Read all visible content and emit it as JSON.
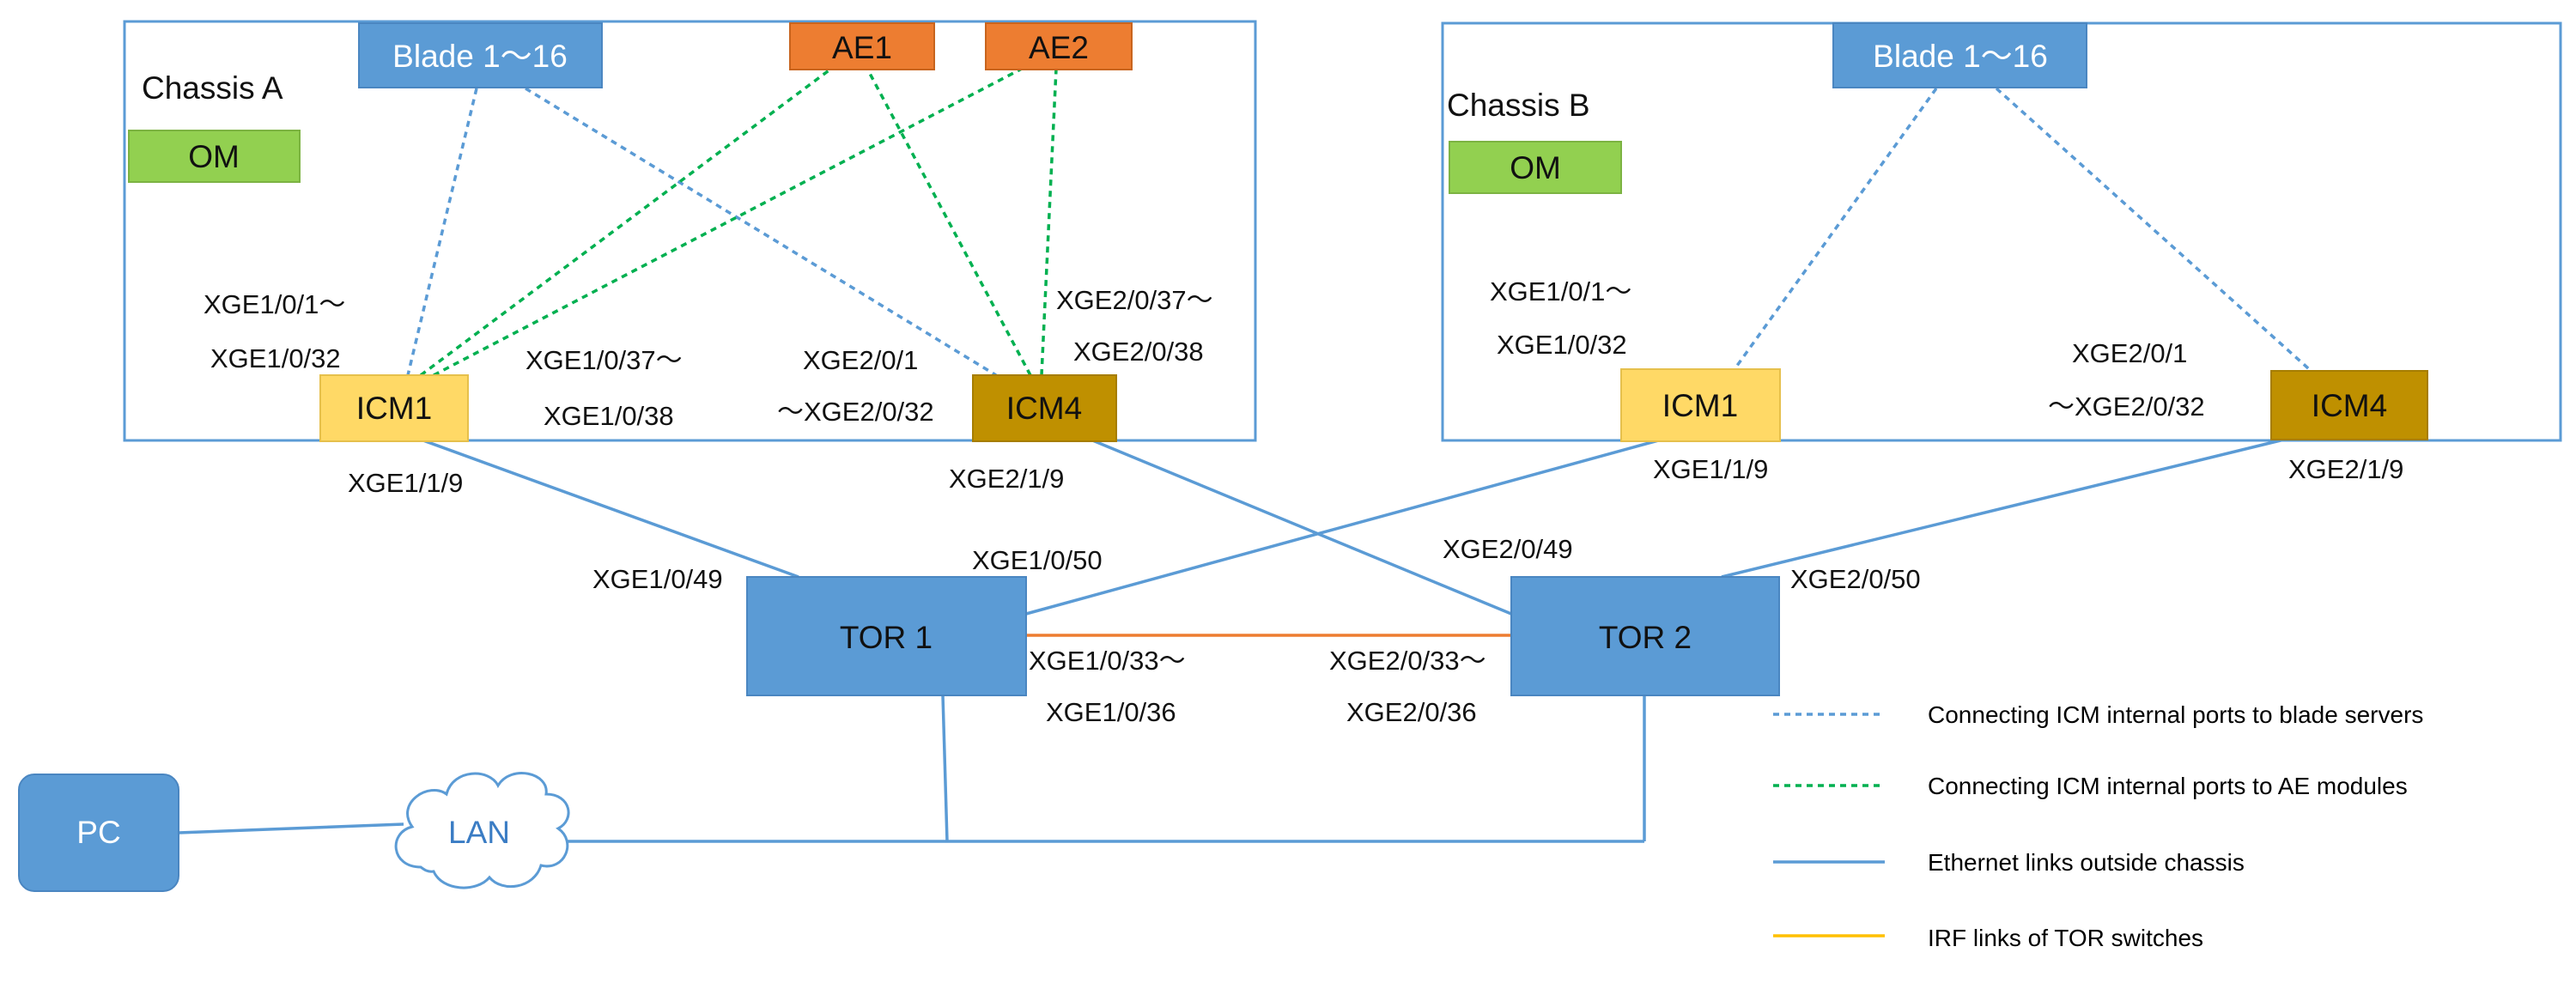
{
  "colors": {
    "blue_box": "#5b9bd5",
    "chassis_border": "#5b9bd5",
    "ae_box": "#ed7d31",
    "om_box": "#92d050",
    "icm_light": "#ffd966",
    "icm_dark": "#bf9000",
    "blade_line": "#5b9bd5",
    "ae_line": "#00b050",
    "ethernet_line": "#5b9bd5",
    "irf_line": "#ed7d31",
    "irf_legend_line": "#ffc000"
  },
  "chassis_a": {
    "title": "Chassis A",
    "blade": "Blade 1～16",
    "ae1": "AE1",
    "ae2": "AE2",
    "om": "OM",
    "icm1": "ICM1",
    "icm4": "ICM4",
    "icm1_ports_line1": "XGE1/0/1～",
    "icm1_ports_line2": "XGE1/0/32",
    "icm1_ae_line1": "XGE1/0/37～",
    "icm1_ae_line2": "XGE1/0/38",
    "icm4_ports_line1": "XGE2/0/1",
    "icm4_ports_line2": "～XGE2/0/32",
    "icm4_ae_line1": "XGE2/0/37～",
    "icm4_ae_line2": "XGE2/0/38",
    "icm1_uplink": "XGE1/1/9",
    "icm4_uplink": "XGE2/1/9"
  },
  "chassis_b": {
    "title": "Chassis B",
    "blade": "Blade 1～16",
    "om": "OM",
    "icm1": "ICM1",
    "icm4": "ICM4",
    "icm1_ports_line1": "XGE1/0/1～",
    "icm1_ports_line2": "XGE1/0/32",
    "icm4_ports_line1": "XGE2/0/1",
    "icm4_ports_line2": "～XGE2/0/32",
    "icm1_uplink": "XGE1/1/9",
    "icm4_uplink": "XGE2/1/9"
  },
  "tor1": {
    "label": "TOR 1",
    "port_a": "XGE1/0/49",
    "port_b": "XGE1/0/50",
    "irf_line1": "XGE1/0/33～",
    "irf_line2": "XGE1/0/36"
  },
  "tor2": {
    "label": "TOR 2",
    "port_a": "XGE2/0/49",
    "port_b": "XGE2/0/50",
    "irf_line1": "XGE2/0/33～",
    "irf_line2": "XGE2/0/36"
  },
  "pc": "PC",
  "lan": "LAN",
  "legend": [
    "Connecting ICM internal ports to blade servers",
    "Connecting ICM internal ports to AE modules",
    "Ethernet links outside chassis",
    "IRF links of TOR switches"
  ]
}
